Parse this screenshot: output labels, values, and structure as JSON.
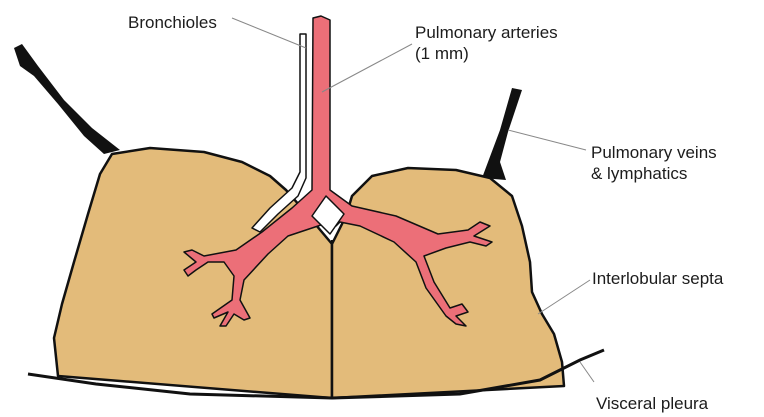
{
  "labels": {
    "bronchioles": "Bronchioles",
    "pulmonary_arteries_line1": "Pulmonary arteries",
    "pulmonary_arteries_line2": "(1 mm)",
    "pulmonary_veins_line1": "Pulmonary veins",
    "pulmonary_veins_line2": "& lymphatics",
    "interlobular_septa": "Interlobular septa",
    "visceral_pleura": "Visceral pleura"
  },
  "colors": {
    "lobule_fill": "#e3bb7a",
    "artery_fill": "#ec6f78",
    "outline": "#111111",
    "leader_line": "#888888"
  }
}
